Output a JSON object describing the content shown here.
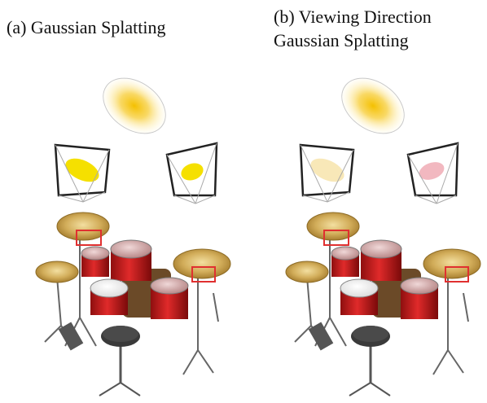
{
  "panels": [
    {
      "caption": "(a) Gaussian Splatting",
      "gaussian_color": "#f7c600",
      "splat_left_color": "#f5e000",
      "splat_right_color": "#f5e000",
      "highlight_color": "#e03030"
    },
    {
      "caption_line1": "(b) Viewing Direction",
      "caption_line2": "Gaussian Splatting",
      "gaussian_color": "#f7c600",
      "splat_left_color": "#f8e8b8",
      "splat_right_color": "#f2b8c0",
      "highlight_color": "#e03030"
    }
  ],
  "scene": {
    "drum_red": "#c51b1b",
    "cymbal_gold": "#c9a24a",
    "stool_color": "#3a3a3a"
  }
}
